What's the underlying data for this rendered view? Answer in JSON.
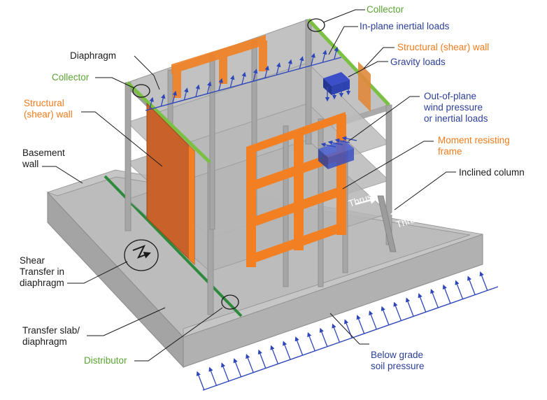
{
  "colors": {
    "black_label": "#1a1a1a",
    "orange_label": "#f07c1c",
    "green_label": "#5aa532",
    "blue_label": "#2b3e9a",
    "shear_wall": "#f28022",
    "collector_line": "#7ac143",
    "distributor_line": "#2d8a3c",
    "load_arrow": "#2d46b9",
    "concrete": "#bdbdbd"
  },
  "labels": {
    "collector_top": "Collector",
    "inplane": "In-plane inertial loads",
    "structural_wall_right": "Structural (shear) wall",
    "gravity": "Gravity loads",
    "diaphragm": "Diaphragm",
    "collector_left": "Collector",
    "structural_wall_left": [
      "Structural",
      "(shear) wall"
    ],
    "out_of_plane": [
      "Out-of-plane",
      "wind pressure",
      "or inertial loads"
    ],
    "moment_frame": [
      "Moment resisting",
      "frame"
    ],
    "inclined_column": "Inclined column",
    "basement_wall": [
      "Basement",
      "wall"
    ],
    "thrust_1": "Thrust",
    "thrust_2": "Thrust",
    "shear_transfer": [
      "Shear",
      "Transfer in",
      "diaphragm"
    ],
    "transfer_slab": [
      "Transfer slab/",
      "diaphragm"
    ],
    "distributor": "Distributor",
    "soil_pressure": [
      "Below grade",
      "soil pressure"
    ]
  }
}
